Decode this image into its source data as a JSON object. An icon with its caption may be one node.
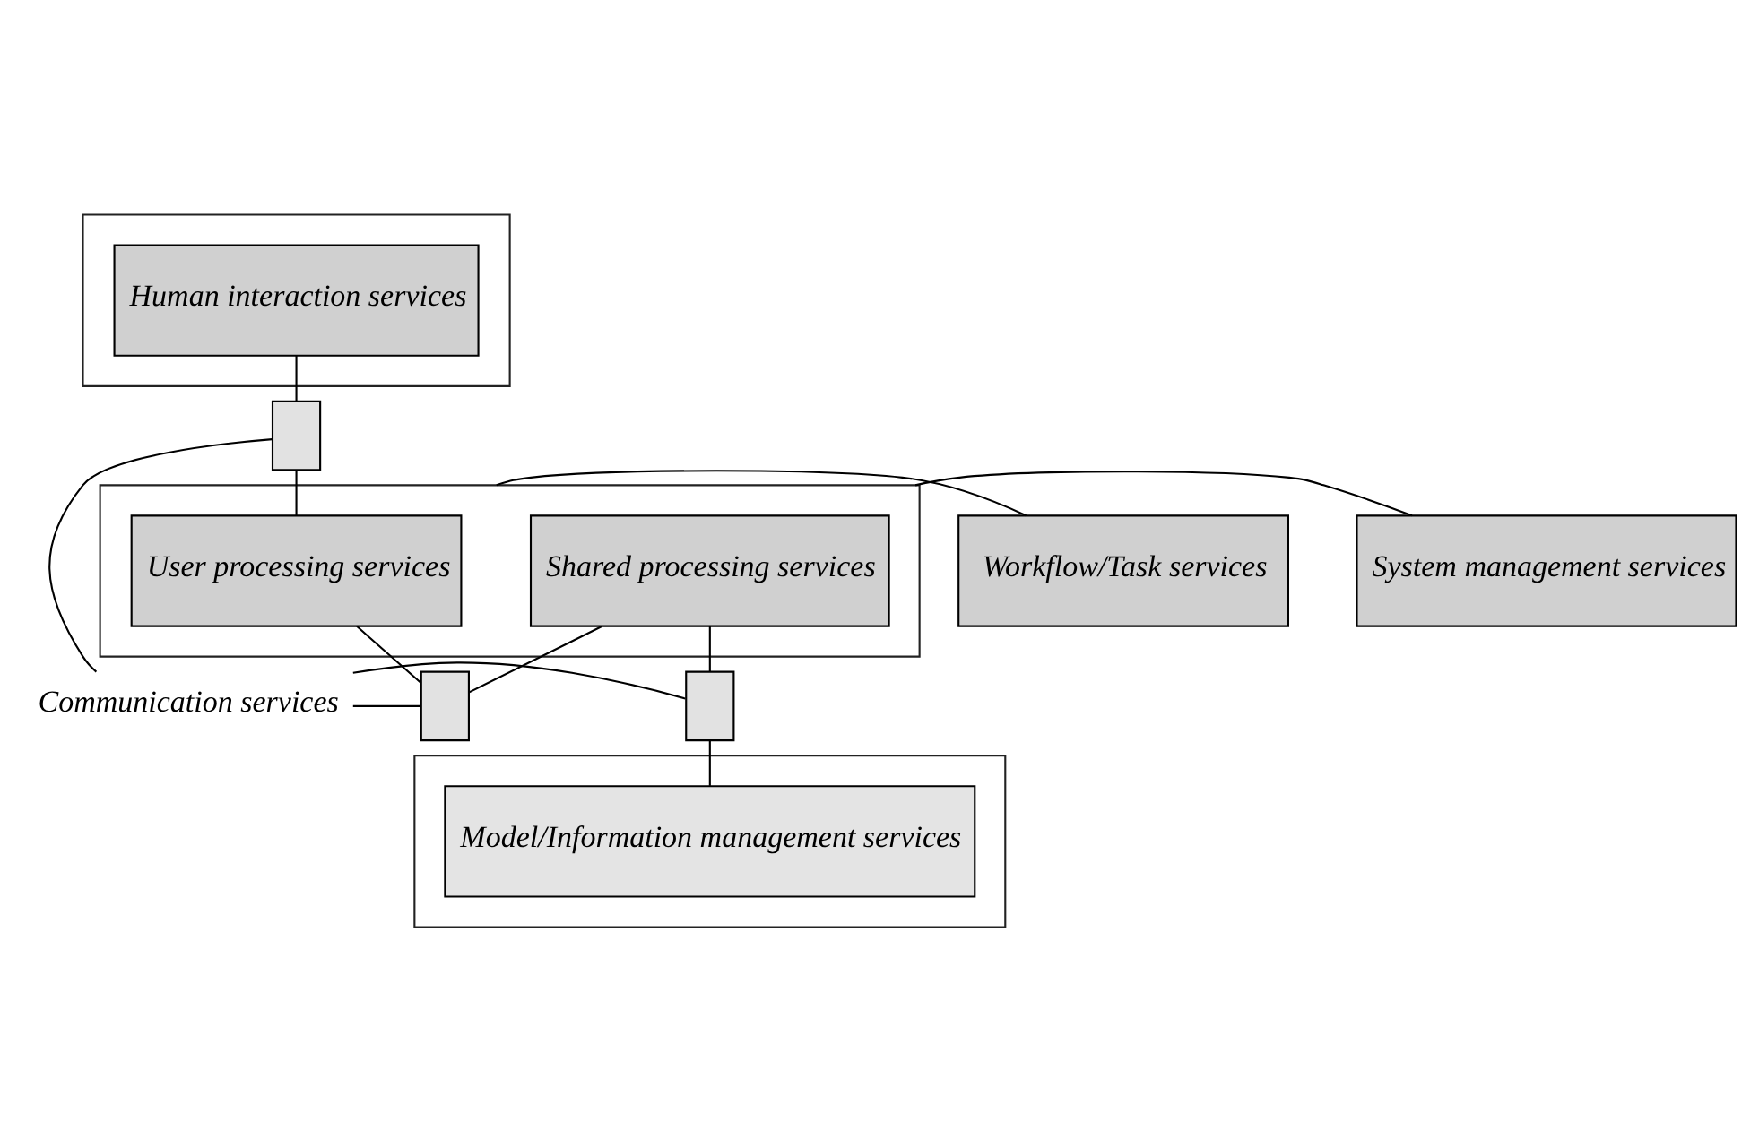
{
  "diagram": {
    "nodes": [
      {
        "text": [],
        "shape": "box"
      },
      {
        "text": [
          "Human interaction services"
        ],
        "in": 0
      },
      {
        "text": [],
        "shape": "box"
      },
      {
        "text": [
          "User processing services"
        ],
        "in": 2
      },
      {
        "text": [
          "Shared processing services"
        ],
        "in": 2
      },
      {
        "text": [],
        "shape": "box"
      },
      {
        "text": [
          "Model/Information management services"
        ],
        "in": 5
      },
      {
        "text": [
          "Workflow/Task services"
        ]
      },
      {
        "text": [
          "System management services"
        ]
      },
      {
        "text": [
          "Communication services"
        ]
      },
      {
        "text": [],
        "shape": "bar"
      },
      {
        "text": [],
        "shape": "bar"
      },
      {
        "text": [],
        "shape": "bar"
      }
    ],
    "edges": [
      {
        "from": 1,
        "to": 10,
        "arrow": "none"
      },
      {
        "from": 10,
        "to": 3,
        "arrow": "none"
      },
      {
        "from": 3,
        "to": 11,
        "arrow": "none"
      },
      {
        "from": 11,
        "to": 4,
        "arrow": "none"
      },
      {
        "from": 4,
        "to": 12,
        "arrow": "none"
      },
      {
        "from": 12,
        "to": 6,
        "arrow": "none"
      },
      {
        "from": 9,
        "to": 10,
        "arrow": "none"
      },
      {
        "from": 9,
        "to": 11,
        "arrow": "none"
      },
      {
        "from": 9,
        "to": 12,
        "arrow": "none"
      },
      {
        "from": 2,
        "to": 7,
        "arrow": "none"
      },
      {
        "from": 2,
        "to": 8,
        "arrow": "none"
      }
    ]
  }
}
